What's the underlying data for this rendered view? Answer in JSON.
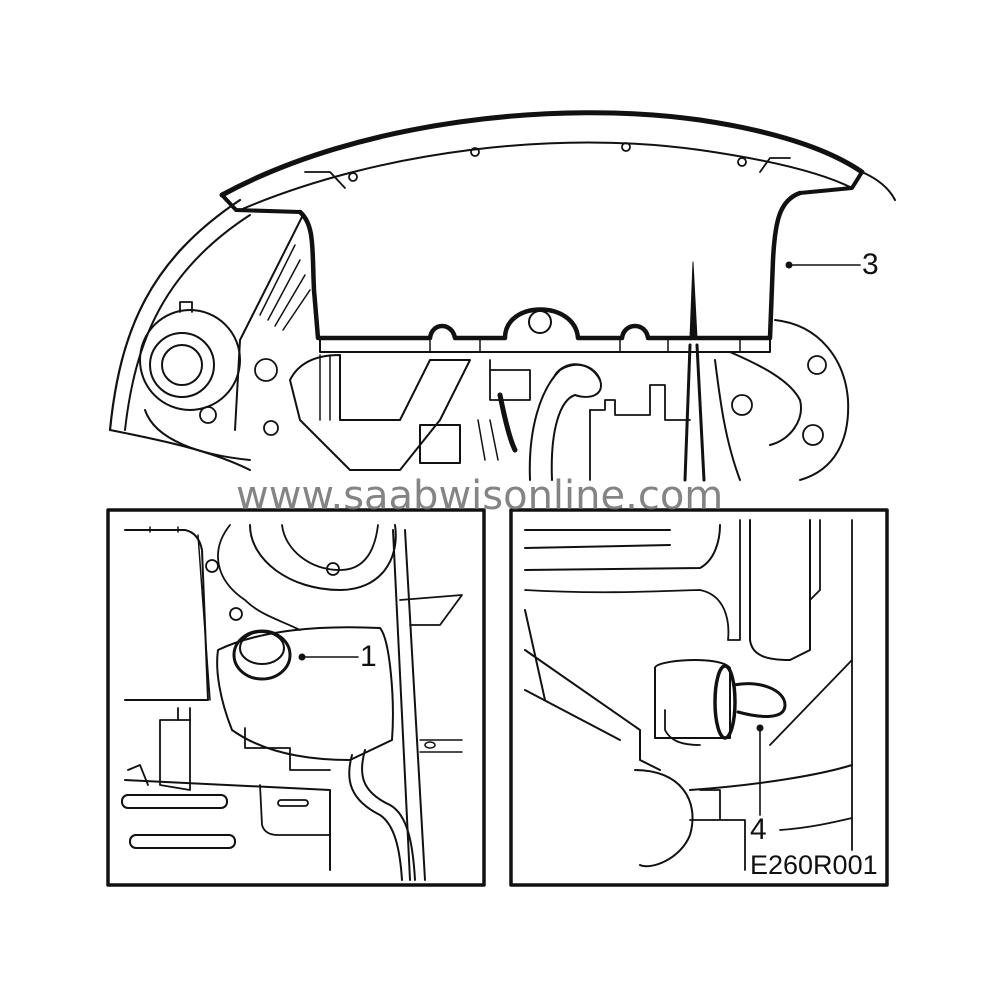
{
  "figure": {
    "id_label": "E260R001",
    "watermark": "www.saabwisonline.com",
    "colors": {
      "line": "#111111",
      "background": "#ffffff",
      "watermark": "#6e6e6e"
    }
  },
  "panels": [
    {
      "name": "top-view",
      "callouts": [
        {
          "number": "3",
          "target": "engine-cover"
        }
      ]
    },
    {
      "name": "bottom-left-detail",
      "callouts": [
        {
          "number": "1",
          "target": "expansion-tank-cap"
        }
      ]
    },
    {
      "name": "bottom-right-detail",
      "callouts": [
        {
          "number": "4",
          "target": "hose-clip"
        }
      ]
    }
  ]
}
